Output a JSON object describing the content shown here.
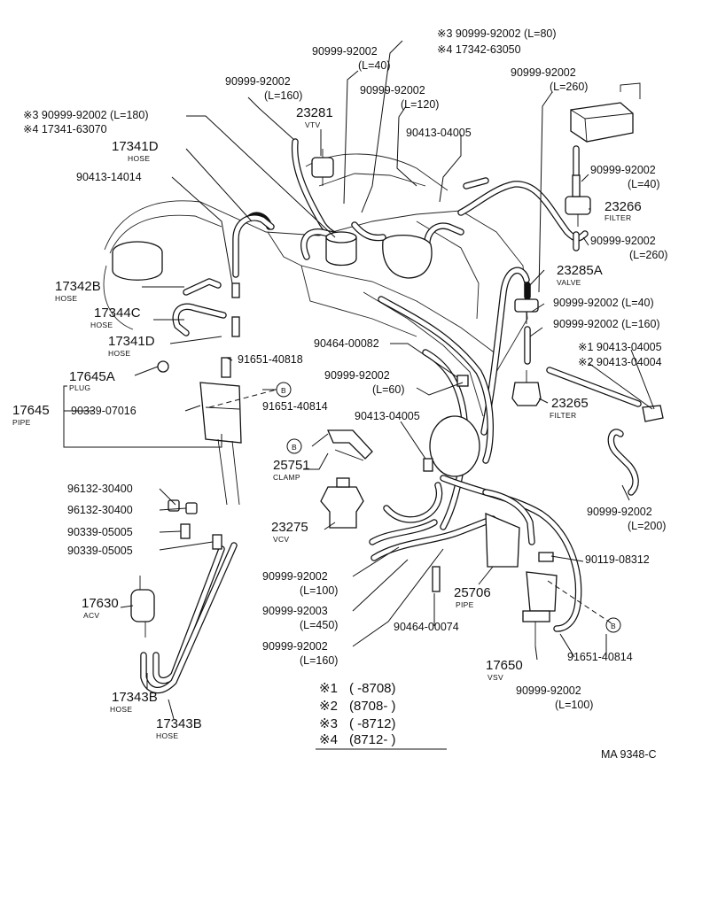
{
  "diagram_id": "MA 9348-C",
  "labels": {
    "p_90999_92002_l80": "※3 90999-92002 (L=80)",
    "p_17342_63050": "※4 17342-63050",
    "p_90999_92002_l40_top": "90999-92002",
    "p_l40_top": "(L=40)",
    "p_90999_92002_l260_top": "90999-92002",
    "p_l260_top": "(L=260)",
    "p_90999_92002_l160_top": "90999-92002",
    "p_l160_top": "(L=160)",
    "p_90999_92002_l120": "90999-92002",
    "p_l120": "(L=120)",
    "p_90999_92002_l180": "※3 90999-92002 (L=180)",
    "p_17341_63070": "※4 17341-63070",
    "p_23281": "23281",
    "p_23281_name": "VTV",
    "p_90413_04005_top": "90413-04005",
    "p_17341D_top": "17341D",
    "p_17341D_top_name": "HOSE",
    "p_90413_14014": "90413-14014",
    "p_90999_92002_l40_r": "90999-92002",
    "p_l40_r": "(L=40)",
    "p_23266": "23266",
    "p_23266_name": "FILTER",
    "p_90999_92002_l260_r": "90999-92002",
    "p_l260_r": "(L=260)",
    "p_23285A": "23285A",
    "p_23285A_name": "VALVE",
    "p_90999_92002_l40_r2": "90999-92002 (L=40)",
    "p_90999_92002_l160_r": "90999-92002 (L=160)",
    "p_90413_04005_n1": "※1 90413-04005",
    "p_90413_04004_n2": "※2 90413-04004",
    "p_17342B": "17342B",
    "p_17342B_name": "HOSE",
    "p_17344C": "17344C",
    "p_17344C_name": "HOSE",
    "p_17341D_mid": "17341D",
    "p_17341D_mid_name": "HOSE",
    "p_90464_00082": "90464-00082",
    "p_91651_40818": "91651-40818",
    "p_17645A": "17645A",
    "p_17645A_name": "PLUG",
    "p_90999_92002_l60": "90999-92002",
    "p_l60": "(L=60)",
    "p_23265": "23265",
    "p_23265_name": "FILTER",
    "p_17645": "17645",
    "p_17645_name": "PIPE",
    "p_90339_07016": "90339-07016",
    "p_91651_40814_a": "91651-40814",
    "p_90413_04005_mid": "90413-04005",
    "p_25751": "25751",
    "p_25751_name": "CLAMP",
    "p_96132_30400_a": "96132-30400",
    "p_96132_30400_b": "96132-30400",
    "p_90339_05005_a": "90339-05005",
    "p_90339_05005_b": "90339-05005",
    "p_23275": "23275",
    "p_23275_name": "VCV",
    "p_90999_92002_l200": "90999-92002",
    "p_l200": "(L=200)",
    "p_90119_08312": "90119-08312",
    "p_17630": "17630",
    "p_17630_name": "ACV",
    "p_90999_92002_l100_a": "90999-92002",
    "p_l100_a": "(L=100)",
    "p_25706": "25706",
    "p_25706_name": "PIPE",
    "p_90999_92003_l450": "90999-92003",
    "p_l450": "(L=450)",
    "p_90464_00074": "90464-00074",
    "p_90999_92002_l160_b": "90999-92002",
    "p_l160_b": "(L=160)",
    "p_91651_40814_b": "91651-40814",
    "p_17650": "17650",
    "p_17650_name": "VSV",
    "p_90999_92002_l100_b": "90999-92002",
    "p_l100_b": "(L=100)",
    "p_17343B_a": "17343B",
    "p_17343B_a_name": "HOSE",
    "p_17343B_b": "17343B",
    "p_17343B_b_name": "HOSE",
    "ref_B": "B"
  },
  "notes": [
    {
      "mark": "※1",
      "text": "(       -8708)"
    },
    {
      "mark": "※2",
      "text": "(8708-       )"
    },
    {
      "mark": "※3",
      "text": "(       -8712)"
    },
    {
      "mark": "※4",
      "text": "(8712-       )"
    }
  ]
}
